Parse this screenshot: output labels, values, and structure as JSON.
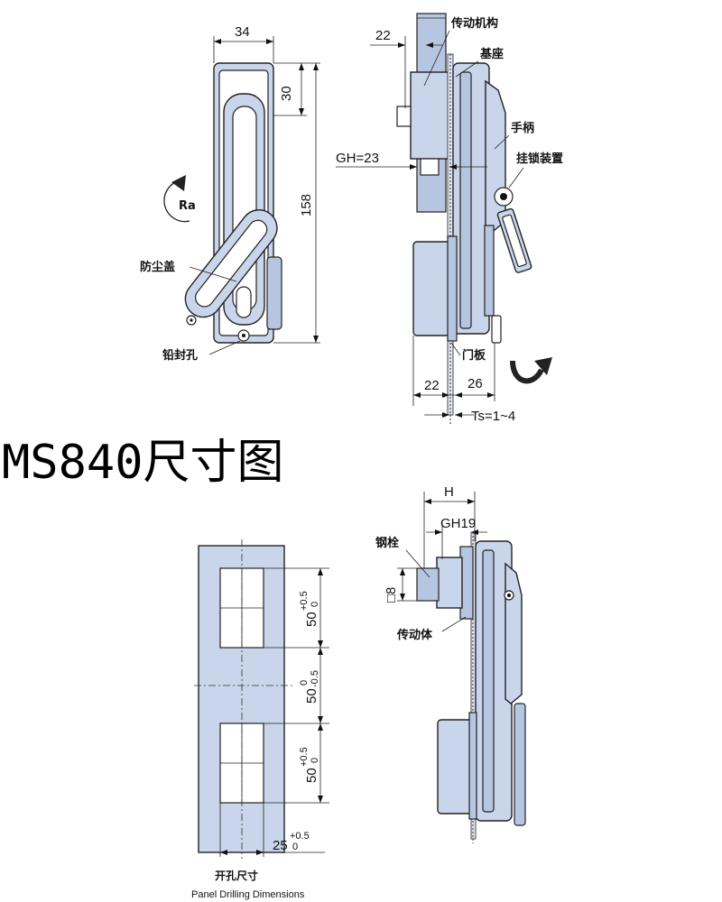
{
  "title": "MS840尺寸图",
  "front_view": {
    "width": "34",
    "top_offset": "30",
    "height": "158",
    "rotation": "Ra",
    "dust_cover": "防尘盖",
    "seal_hole": "铅封孔"
  },
  "side_view": {
    "dim_22_top": "22",
    "drive_mechanism": "传动机构",
    "base": "基座",
    "handle": "手柄",
    "gh": "GH=23",
    "padlock": "挂锁装置",
    "door_panel": "门板",
    "dim_22_bottom": "22",
    "dim_26": "26",
    "ts": "Ts=1~4"
  },
  "panel_drilling": {
    "dim1_base": "50",
    "dim1_upper": "+0.5",
    "dim1_lower": "0",
    "dim2_base": "50",
    "dim2_upper": "0",
    "dim2_lower": "-0.5",
    "dim3_base": "50",
    "dim3_upper": "+0.5",
    "dim3_lower": "0",
    "dim4_base": "25",
    "dim4_upper": "+0.5",
    "dim4_lower": "0",
    "caption_cn": "开孔尺寸",
    "caption_en": "Panel Drilling Dimensions"
  },
  "rod_view": {
    "h": "H",
    "gh19": "GH19",
    "steel_bolt": "钢栓",
    "square": "□8",
    "drive_body": "传动体"
  },
  "colors": {
    "part_fill": "#c9d5ea",
    "line": "#1a1a1a"
  }
}
